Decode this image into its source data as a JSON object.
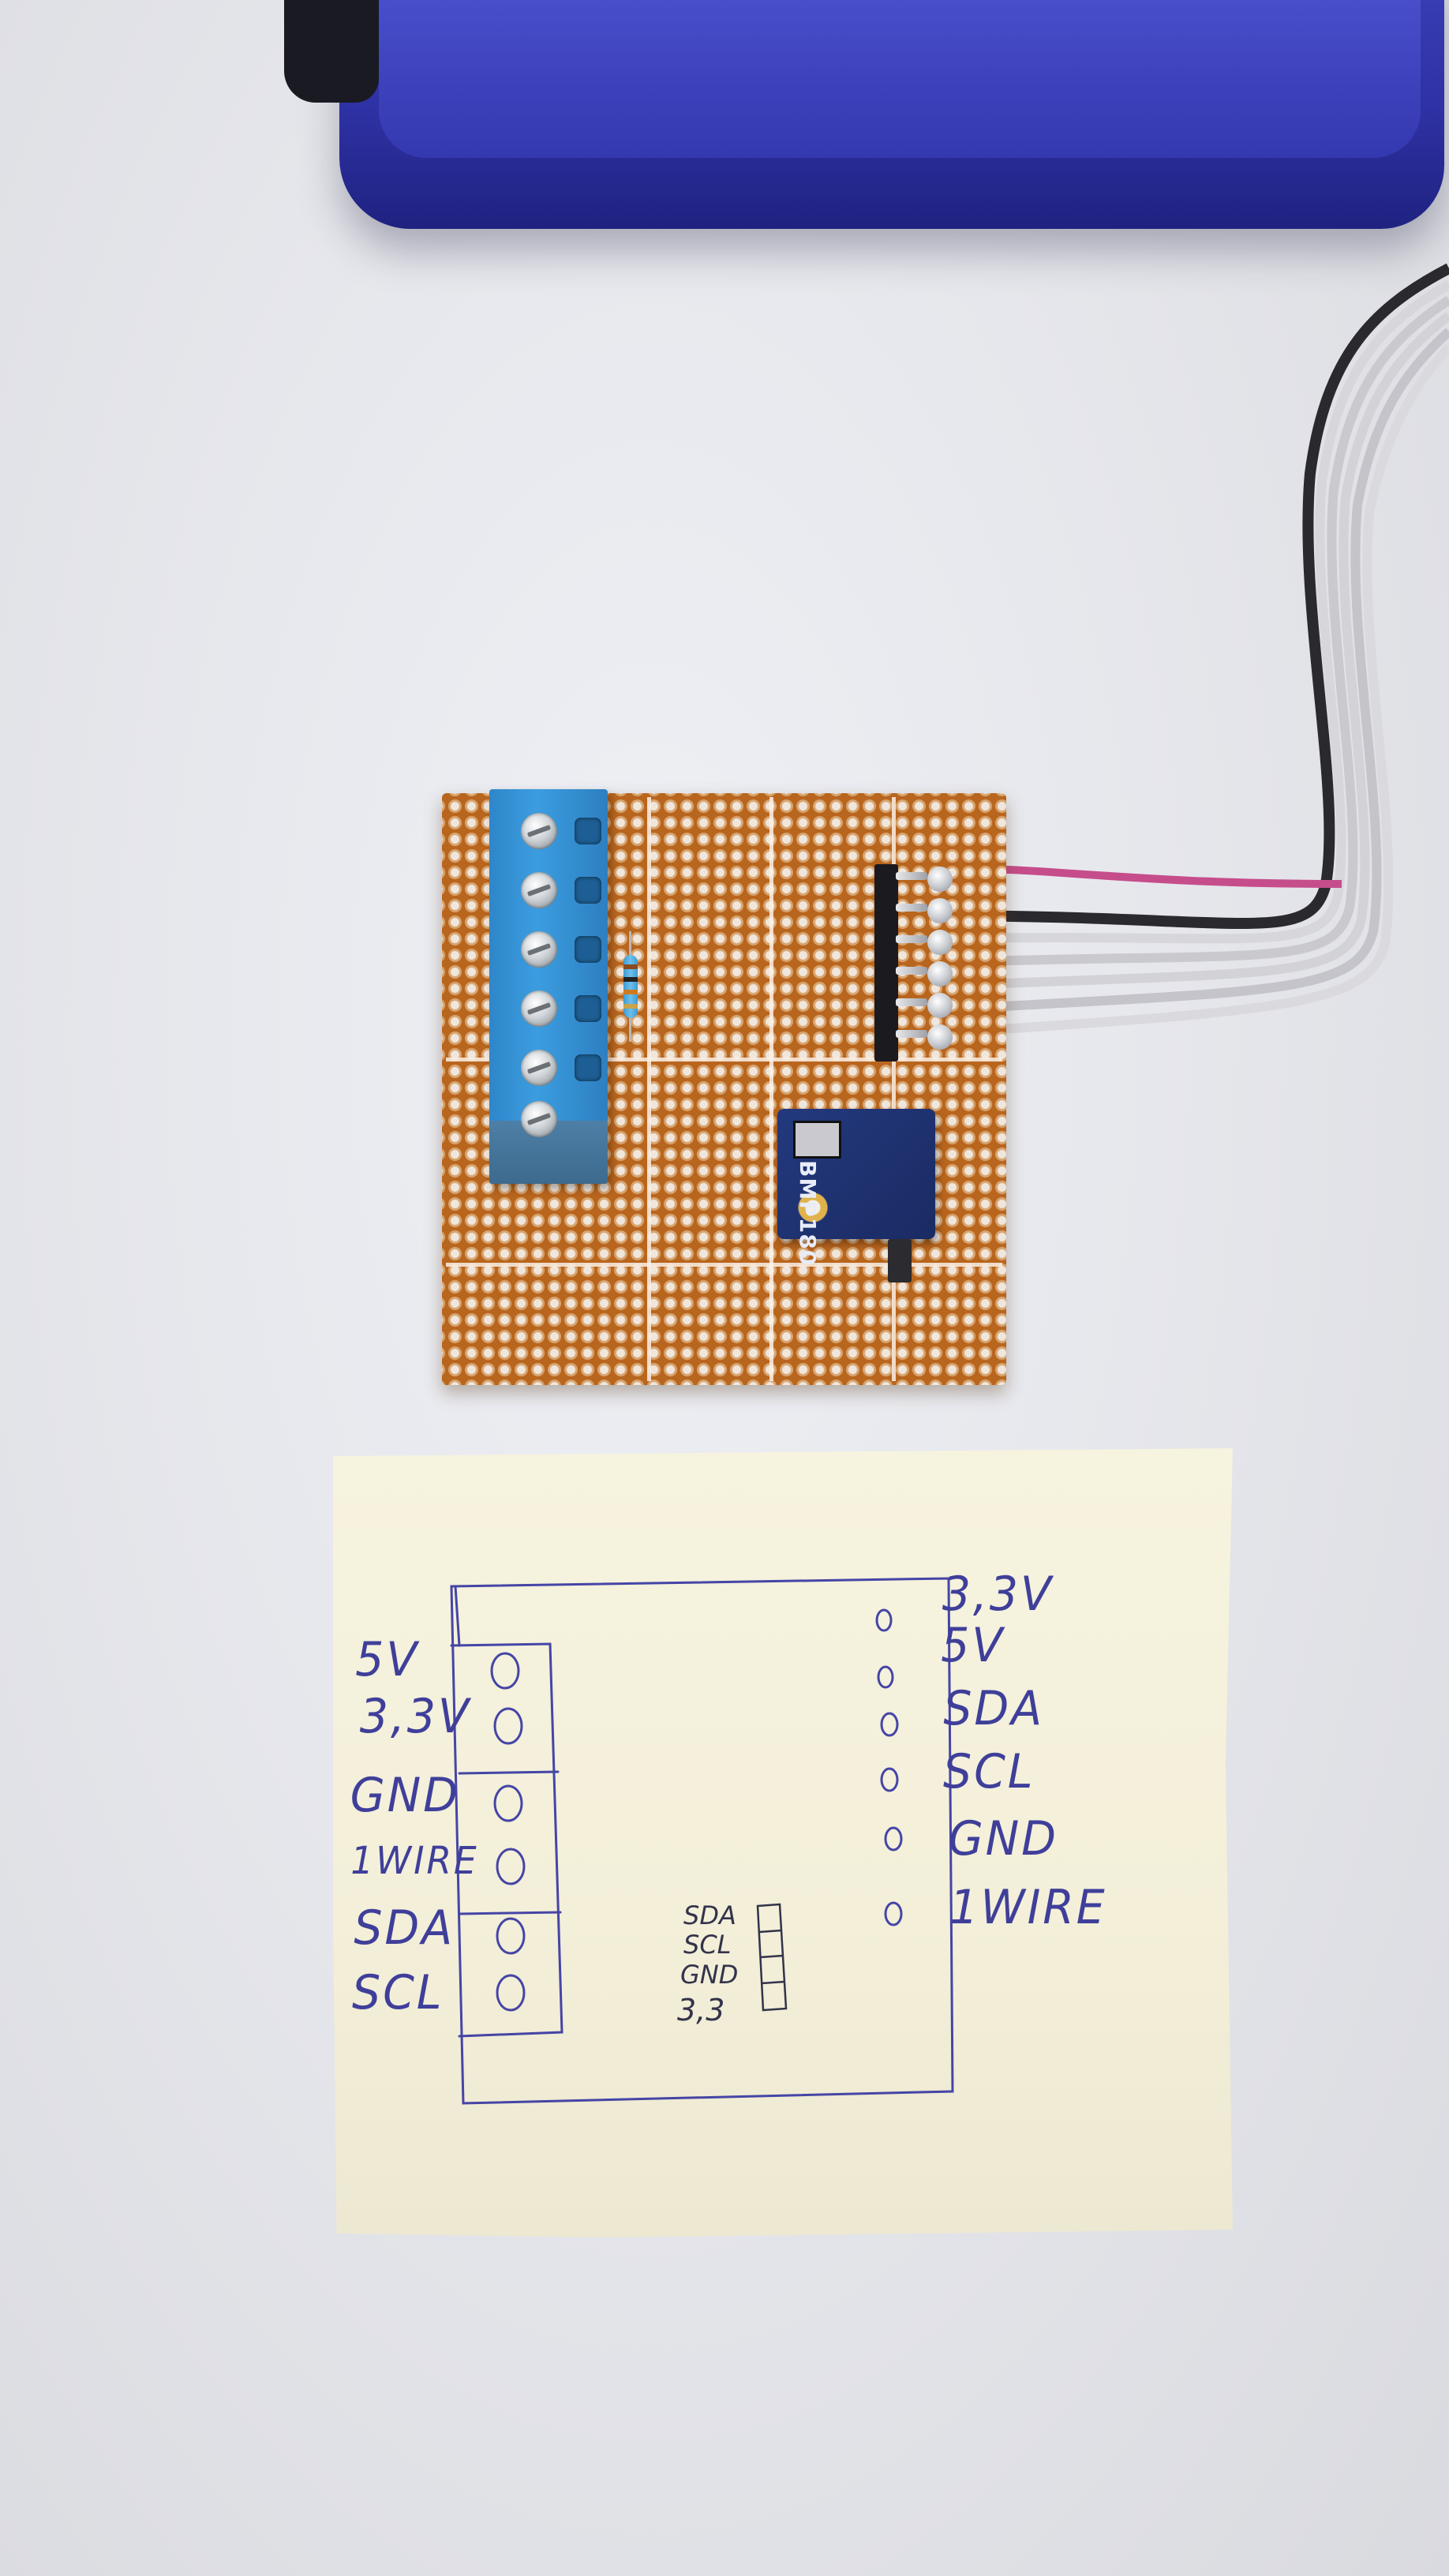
{
  "board": {
    "module_label": "BMP180"
  },
  "note": {
    "terminal_labels": [
      "5V",
      "3,3V",
      "GND",
      "1WIRE",
      "SDA",
      "SCL"
    ],
    "header_labels": [
      "3,3V",
      "5V",
      "SDA",
      "SCL",
      "GND",
      "1WIRE"
    ],
    "sensor_labels": [
      "SDA",
      "SCL",
      "GND",
      "3,3"
    ]
  },
  "colors": {
    "enclosure": "#2e31a3",
    "terminal_block": "#3b9de0",
    "perfboard": "#b8651e",
    "module": "#23397e",
    "ink": "#3f3f9a",
    "paper": "#f4f0da"
  }
}
